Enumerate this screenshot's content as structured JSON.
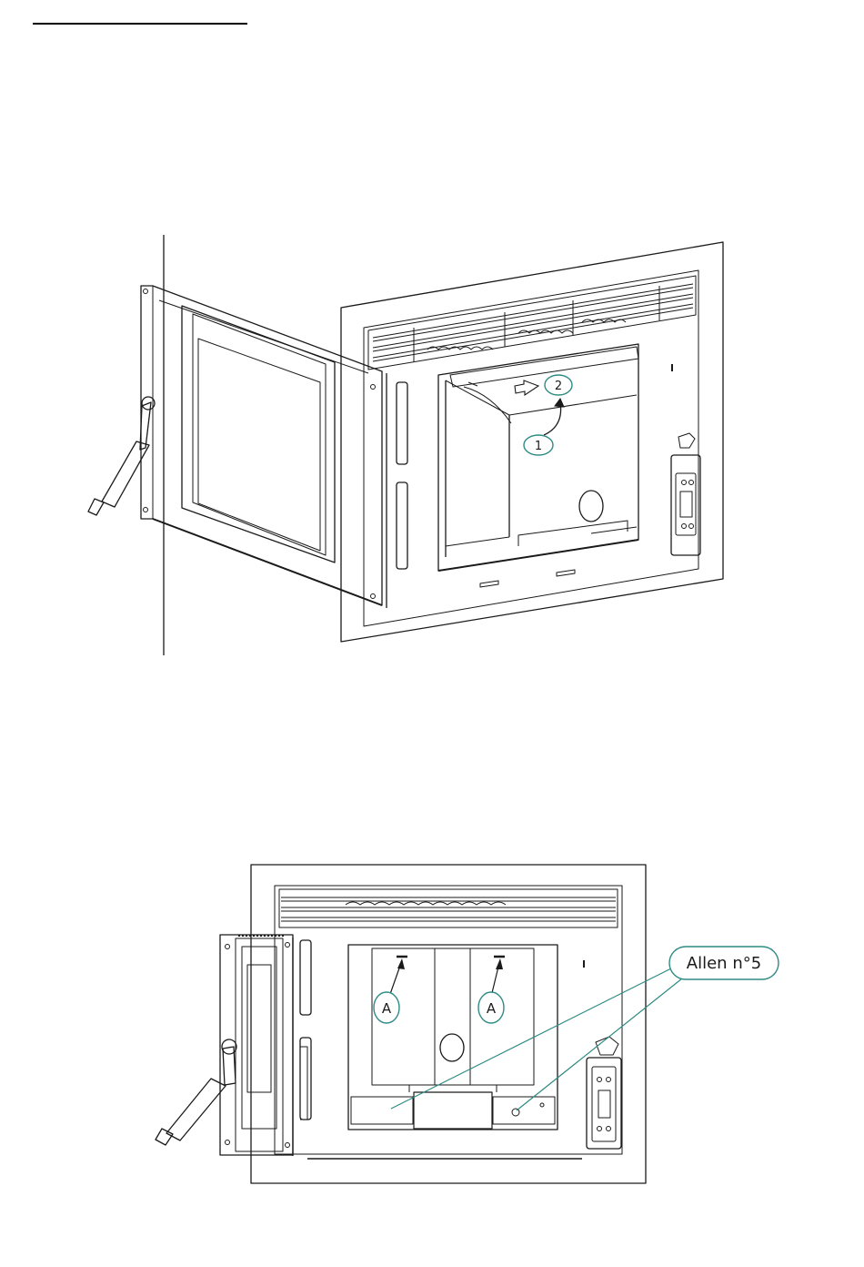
{
  "colors": {
    "line": "#1a1a1a",
    "callout": "#2e8b84",
    "callout_fill": "#ffffff"
  },
  "figure1": {
    "callouts": [
      "1",
      "2"
    ]
  },
  "figure2": {
    "callouts": [
      "A",
      "A"
    ],
    "tool_label": "Allen n°5"
  }
}
